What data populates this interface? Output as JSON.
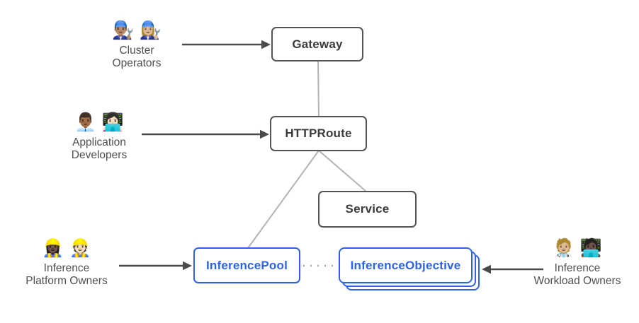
{
  "colors": {
    "accent_blue": "#2c63e8",
    "box_border_dark": "#545454",
    "box_text_dark": "#3b3b3b",
    "connector_gray": "#b3b3b3",
    "dotted_gray": "#a9a9a9",
    "arrow_dark": "#4a4a4a",
    "persona_text": "#4e4f52",
    "background": "#ffffff"
  },
  "nodes": {
    "gateway": {
      "label": "Gateway",
      "style": "dark"
    },
    "httproute": {
      "label": "HTTPRoute",
      "style": "dark"
    },
    "service": {
      "label": "Service",
      "style": "dark"
    },
    "inference_pool": {
      "label": "InferencePool",
      "style": "blue"
    },
    "inference_objective": {
      "label": "InferenceObjective",
      "style": "blue-stacked-x3"
    }
  },
  "personas": {
    "cluster_operators": {
      "icons": "👨🏽‍🔧 👩🏼‍🔧",
      "label": "Cluster\nOperators"
    },
    "application_developers": {
      "icons": "👨🏾‍💼 👩🏻‍💻",
      "label": "Application\nDevelopers"
    },
    "inference_platform_owners": {
      "icons": "👷🏿‍♀️ 👷🏻",
      "label": "Inference\nPlatform Owners"
    },
    "inference_workload_owners": {
      "icons": "🧑🏼‍⚕️ 🧑🏿‍💻",
      "label": "Inference\nWorkload Owners"
    }
  },
  "edges": [
    {
      "from": "Gateway",
      "to": "HTTPRoute",
      "style": "solid-gray-line"
    },
    {
      "from": "HTTPRoute",
      "to": "Service",
      "style": "solid-gray-line"
    },
    {
      "from": "HTTPRoute",
      "to": "InferencePool",
      "style": "solid-gray-line"
    },
    {
      "from": "InferencePool",
      "to": "InferenceObjective",
      "style": "dotted-gray-line"
    },
    {
      "from": "Cluster Operators",
      "to": "Gateway",
      "style": "dark-arrow"
    },
    {
      "from": "Application Developers",
      "to": "HTTPRoute",
      "style": "dark-arrow"
    },
    {
      "from": "Inference Platform Owners",
      "to": "InferencePool",
      "style": "dark-arrow"
    },
    {
      "from": "Inference Workload Owners",
      "to": "InferenceObjective",
      "style": "dark-arrow"
    }
  ]
}
